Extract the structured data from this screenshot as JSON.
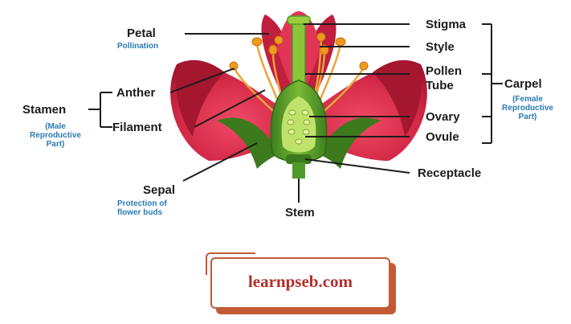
{
  "labels": {
    "petal": "Petal",
    "pollination": "Pollination",
    "anther": "Anther",
    "stamen": "Stamen",
    "male_line1": "(Male",
    "male_line2": "Reproductive",
    "male_line3": "Part)",
    "filament": "Filament",
    "sepal": "Sepal",
    "protection_line1": "Protection of",
    "protection_line2": "flower buds",
    "stem": "Stem",
    "stigma": "Stigma",
    "style": "Style",
    "pollen_line1": "Pollen",
    "pollen_line2": "Tube",
    "ovary": "Ovary",
    "ovule": "Ovule",
    "receptacle": "Receptacle",
    "carpel": "Carpel",
    "female_line1": "(Female",
    "female_line2": "Reproductive",
    "female_line3": "Part)"
  },
  "watermark": "learnpseb.com",
  "colors": {
    "petal": "#d42a48",
    "petal_dark": "#a5172f",
    "green": "#4e9a2a",
    "light_green": "#9ccc3e",
    "anther": "#f09a1c",
    "text": "#1c1c1c",
    "subtext": "#2a7bb5",
    "watermark": "#b2302a"
  }
}
